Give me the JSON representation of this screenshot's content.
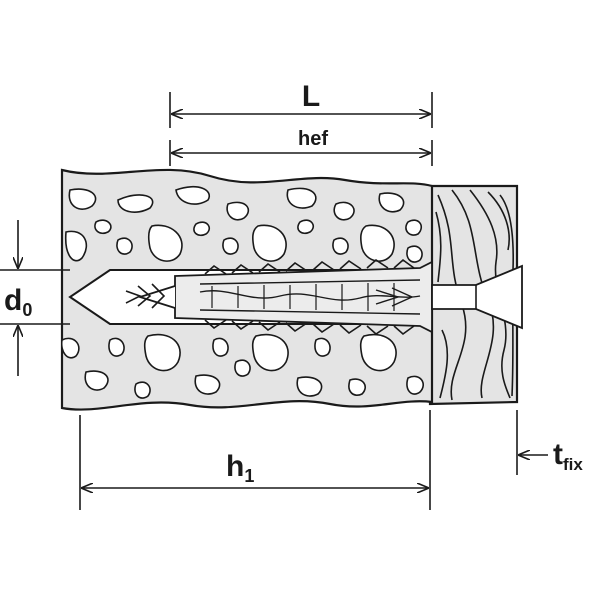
{
  "dimensions": {
    "L": "L",
    "hef": "hef",
    "d0": {
      "main": "d",
      "sub": "0"
    },
    "h1": {
      "main": "h",
      "sub": "1"
    },
    "tfix": {
      "main": "t",
      "sub": "fix"
    }
  },
  "colors": {
    "line": "#1a1a1a",
    "fill": "#e4e4e4",
    "background": "#ffffff"
  }
}
